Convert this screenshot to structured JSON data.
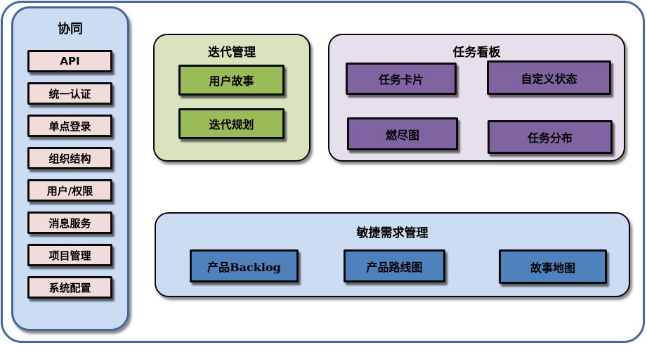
{
  "diagram": {
    "sidebar": {
      "title": "协同",
      "items": [
        "API",
        "统一认证",
        "单点登录",
        "组织结构",
        "用户/权限",
        "消息服务",
        "项目管理",
        "系统配置"
      ]
    },
    "iteration": {
      "title": "迭代管理",
      "items": [
        "用户故事",
        "迭代规划"
      ]
    },
    "kanban": {
      "title": "任务看板",
      "items": [
        "任务卡片",
        "自定义状态",
        "燃尽图",
        "任务分布"
      ]
    },
    "requirements": {
      "title": "敏捷需求管理",
      "items": [
        "产品Backlog",
        "产品路线图",
        "故事地图"
      ]
    }
  },
  "colors": {
    "frame-border": "#44679b",
    "sidebar-border": "#44679b",
    "sidebar-fill": "#cbdcf3",
    "pink-box": "#f2dcdb",
    "green-panel": "#d7e4bd",
    "green-box": "#9bbb59",
    "purple-panel": "#e6e0ec",
    "purple-box": "#8064a2",
    "blue-panel": "#cbdcf3",
    "blue-box": "#4f81bd",
    "box-border": "#0b0b0b"
  }
}
